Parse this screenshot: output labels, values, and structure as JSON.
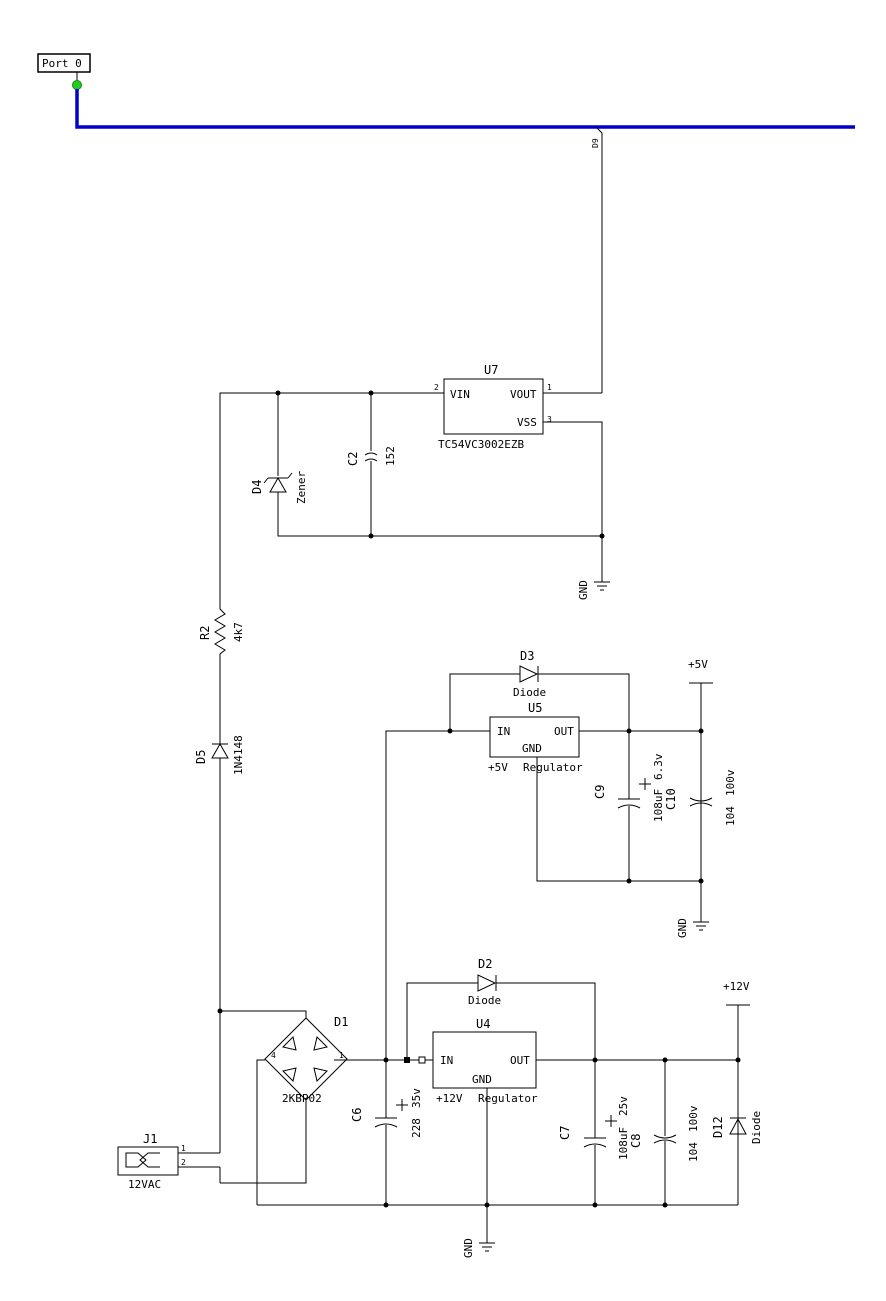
{
  "colors": {
    "bus": "#0000cc",
    "port_dot": "#22cc22",
    "wire": "#000000",
    "background": "#ffffff"
  },
  "port": {
    "label": "Port 0"
  },
  "bus": {
    "tap_label": "D9"
  },
  "u7": {
    "ref": "U7",
    "part": "TC54VC3002EZB",
    "pin_vin": "VIN",
    "pin_vout": "VOUT",
    "pin_vss": "VSS",
    "n1": "1",
    "n2": "2",
    "n3": "3"
  },
  "c2": {
    "ref": "C2",
    "value": "152"
  },
  "d4": {
    "ref": "D4",
    "value": "Zener"
  },
  "r2": {
    "ref": "R2",
    "value": "4k7"
  },
  "d5": {
    "ref": "D5",
    "value": "1N4148"
  },
  "d3": {
    "ref": "D3",
    "value": "Diode"
  },
  "u5": {
    "ref": "U5",
    "pin_in": "IN",
    "pin_out": "OUT",
    "pin_gnd": "GND",
    "name_a": "+5V",
    "name_b": "Regulator"
  },
  "c9": {
    "ref": "C9",
    "value": "108uF",
    "voltage": "6.3v"
  },
  "c10": {
    "ref": "C10",
    "value": "104",
    "voltage": "100v"
  },
  "d2": {
    "ref": "D2",
    "value": "Diode"
  },
  "u4": {
    "ref": "U4",
    "pin_in": "IN",
    "pin_out": "OUT",
    "pin_gnd": "GND",
    "name_a": "+12V",
    "name_b": "Regulator"
  },
  "d1": {
    "ref": "D1",
    "value": "2KBP02"
  },
  "c6": {
    "ref": "C6",
    "value": "228",
    "voltage": "35v"
  },
  "c7": {
    "ref": "C7",
    "value": "108uF",
    "voltage": "25v"
  },
  "c8": {
    "ref": "C8",
    "value": "104",
    "voltage": "100v"
  },
  "d12": {
    "ref": "D12",
    "value": "Diode"
  },
  "j1": {
    "ref": "J1",
    "value": "12VAC"
  },
  "rails": {
    "p5v": "+5V",
    "p12v": "+12V",
    "gnd": "GND"
  },
  "pins": {
    "p1": "1",
    "p2": "2",
    "p3": "3",
    "p4": "4"
  }
}
